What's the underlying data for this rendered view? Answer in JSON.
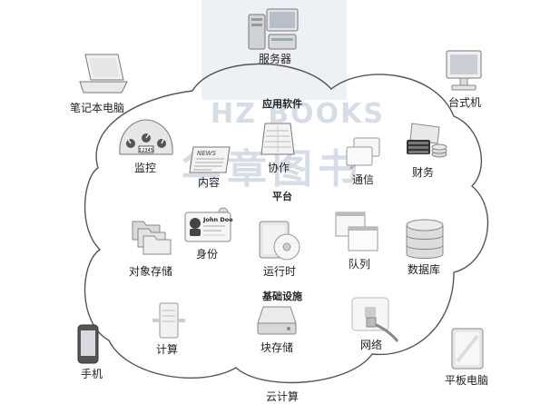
{
  "sections": {
    "application": "应用软件",
    "platform": "平台",
    "infrastructure": "基础设施"
  },
  "devices": {
    "server": "服务器",
    "laptop": "笔记本电脑",
    "desktop": "台式机",
    "phone": "手机",
    "tablet": "平板电脑"
  },
  "app_items": {
    "monitoring": "监控",
    "content": "内容",
    "collaboration": "协作",
    "communication": "通信",
    "finance": "财务"
  },
  "platform_items": {
    "identity": "身份",
    "object_storage": "对象存储",
    "runtime": "运行时",
    "queue": "队列",
    "database": "数据库"
  },
  "infra_items": {
    "compute": "计算",
    "block_storage": "块存储",
    "network": "网络"
  },
  "cloud_caption": "云计算",
  "icon_text": {
    "badge_name": "John Doe",
    "news_label": "NEWS",
    "monitor_code": "12345"
  },
  "watermark": "HZ BOOKS 华章图书"
}
